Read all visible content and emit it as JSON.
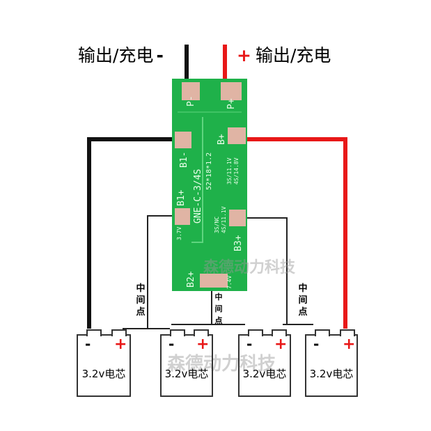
{
  "output_labels": {
    "negative": {
      "text": "输出/充电",
      "sign": "-"
    },
    "positive": {
      "text": "输出/充电",
      "sign": "+"
    }
  },
  "board": {
    "pads": [
      "P-",
      "P+",
      "B1-",
      "B+",
      "B1+",
      "B3+",
      "B2+"
    ],
    "model": "GNE-C-3/4S",
    "size": "52*18*1.2",
    "voltage_b_plus": [
      "3S/11.1V",
      "4S/14.8V"
    ],
    "voltage_b3": [
      "3S/NC",
      "4S/11.1V"
    ],
    "voltage_b1": "3.7V",
    "voltage_b2": "7.4V"
  },
  "middle_point_label": [
    "中",
    "间",
    "点"
  ],
  "cells": [
    {
      "label": "3.2v电芯",
      "neg": "-",
      "pos": "+"
    },
    {
      "label": "3.2v电芯",
      "neg": "-",
      "pos": "+"
    },
    {
      "label": "3.2v电芯",
      "neg": "-",
      "pos": "+"
    },
    {
      "label": "3.2v电芯",
      "neg": "-",
      "pos": "+"
    }
  ],
  "watermark": "森德动力科技",
  "colors": {
    "pcb": "#1fb14a",
    "positive_wire": "#e81818",
    "negative_wire": "#111111",
    "thin_wire": "#222222"
  }
}
